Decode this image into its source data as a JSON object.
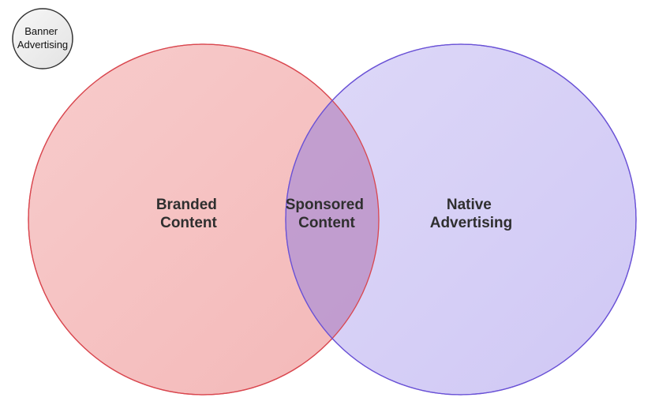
{
  "diagram": {
    "badge": {
      "line1": "Banner",
      "line2": "Advertising"
    },
    "left_set": {
      "line1": "Branded",
      "line2": "Content"
    },
    "intersection": {
      "line1": "Sponsored",
      "line2": "Content"
    },
    "right_set": {
      "line1": "Native",
      "line2": "Advertising"
    }
  },
  "colors": {
    "left_fill": "#f4b6b6",
    "left_stroke": "#d9474f",
    "right_fill": "#cbc3f4",
    "right_stroke": "#6a52d6",
    "badge_fill": "#eeeeee",
    "badge_stroke": "#333333"
  }
}
